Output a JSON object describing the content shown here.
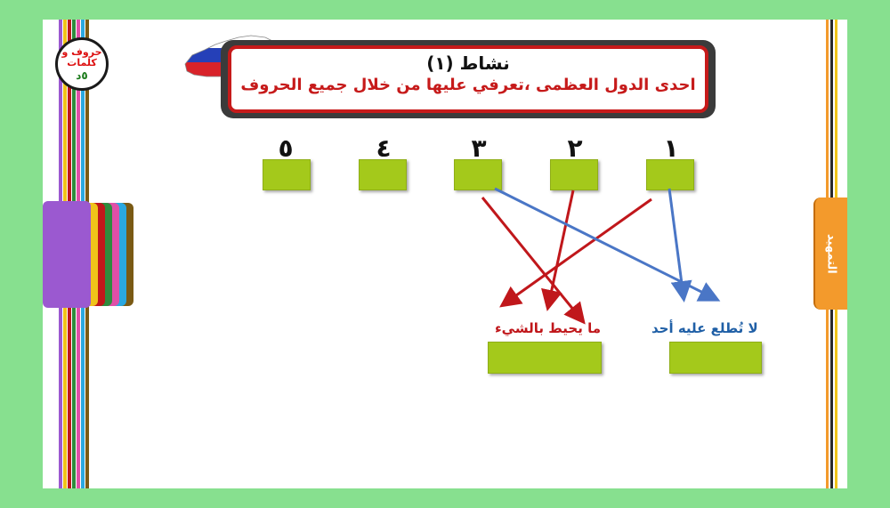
{
  "badge": {
    "line1": "حروف و",
    "line2": "كلمات",
    "line3": "٥د"
  },
  "banner": {
    "title": "نشاط (١)",
    "subtitle": "احدى الدول العظمى ،تعرفي عليها من خلال جميع الحروف"
  },
  "numbers": [
    "١",
    "٢",
    "٣",
    "٤",
    "٥"
  ],
  "clues": {
    "left": "ما يحيط بالشيء",
    "right": "لا تُطلع عليه أحد"
  },
  "side_tab": {
    "label": "التمهيد"
  },
  "colors": {
    "background": "#87e08f",
    "box": "#a4c91b",
    "red_arrow": "#c0171b",
    "blue_arrow": "#4a76c6",
    "banner_border": "#c61a1a",
    "tab": "#f39a2c"
  }
}
